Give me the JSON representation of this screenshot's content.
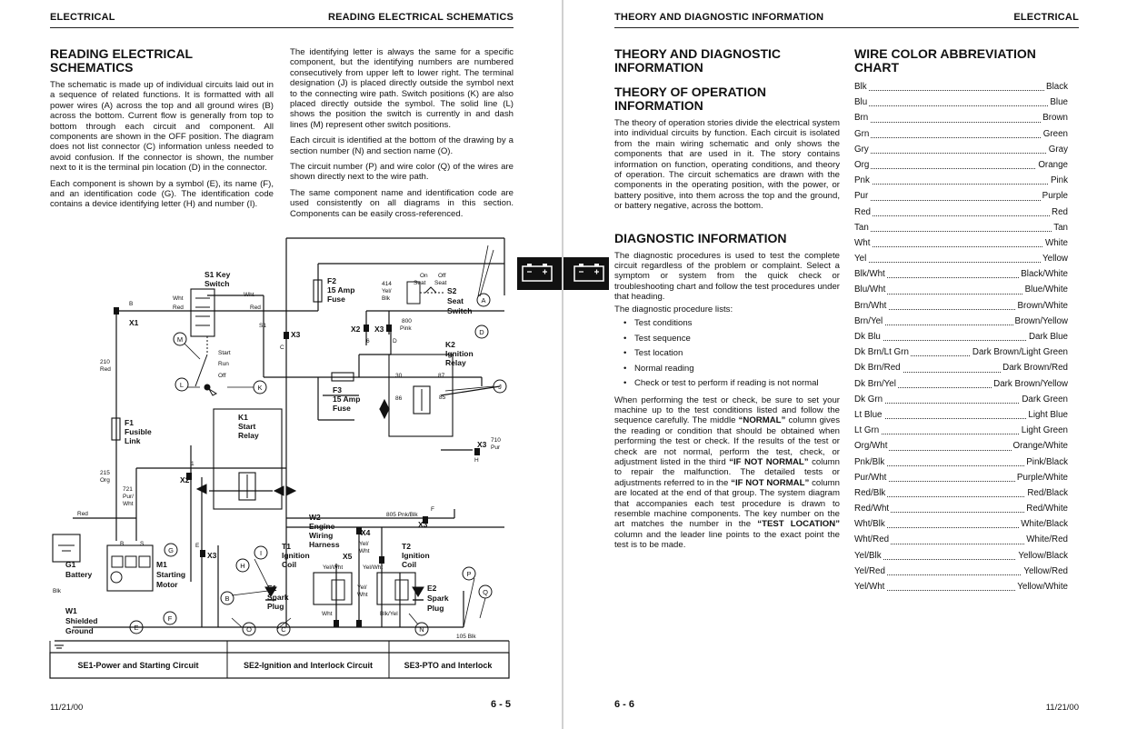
{
  "left_page": {
    "header_left": "ELECTRICAL",
    "header_right": "READING ELECTRICAL SCHEMATICS",
    "title": "READING ELECTRICAL SCHEMATICS",
    "col1_paragraphs": [
      "The schematic is made up of individual circuits laid out in a sequence of related functions. It is formatted with all power wires (A) across the top and all ground wires (B) across the bottom. Current flow is generally from top to bottom through each circuit and component. All components are shown in the OFF position. The diagram does not list connector (C) information unless needed to avoid confusion. If the connector is shown, the number next to it is the terminal pin location (D) in the connector.",
      "Each component is shown by a symbol (E), its name (F), and an identification code (G). The identification code contains a device identifying letter (H) and number (I)."
    ],
    "col2_paragraphs": [
      "The identifying letter is always the same for a specific component, but the identifying numbers are numbered consecutively from upper left to lower right. The terminal designation (J) is placed directly outside the symbol next to the connecting wire path. Switch positions (K) are also placed directly outside the symbol. The solid line (L) shows the position the switch is currently in and dash lines (M) represent other switch positions.",
      "Each circuit is identified at the bottom of the drawing by a section number (N) and section name (O).",
      "The circuit number (P) and wire color (Q) of the wires are shown directly next to the wire path.",
      "The same component name and identification code are used consistently on all diagrams in this section. Components can be easily cross-referenced."
    ],
    "footer_date": "11/21/00",
    "page_number": "6 - 5"
  },
  "schematic": {
    "sections": [
      "SE1-Power and Starting Circuit",
      "SE2-Ignition and Interlock Circuit",
      "SE3-PTO and Interlock"
    ],
    "labels": {
      "s1_name": "S1 Key",
      "s1_name2": "Switch",
      "f2_a": "F2",
      "f2_b": "15 Amp",
      "f2_c": "Fuse",
      "s2_a": "S2",
      "s2_b": "Seat",
      "s2_c": "Switch",
      "on_seat": "On",
      "on_seat2": "Seat",
      "off_seat": "Off",
      "off_seat2": "Seat",
      "k2_a": "K2",
      "k2_b": "Ignition",
      "k2_c": "Relay",
      "f3_a": "F3",
      "f3_b": "15 Amp",
      "f3_c": "Fuse",
      "k1_a": "K1",
      "k1_b": "Start",
      "k1_c": "Relay",
      "f1_a": "F1",
      "f1_b": "Fusible",
      "f1_c": "Link",
      "g1_a": "G1",
      "g1_b": "Battery",
      "m1_a": "M1",
      "m1_b": "Starting",
      "m1_c": "Motor",
      "w1_a": "W1",
      "w1_b": "Shielded",
      "w1_c": "Ground",
      "w2_a": "W2",
      "w2_b": "Engine",
      "w2_c": "Wiring",
      "w2_d": "Harness",
      "t1_a": "T1",
      "t1_b": "Ignition",
      "t1_c": "Coil",
      "t2_a": "T2",
      "t2_b": "Ignition",
      "t2_c": "Coil",
      "e1_a": "E1",
      "e1_b": "Spark",
      "e1_c": "Plug",
      "e2_a": "E2",
      "e2_b": "Spark",
      "e2_c": "Plug",
      "x1": "X1",
      "x2": "X2",
      "x3": "X3",
      "x4": "X4",
      "x5": "X5",
      "start": "Start",
      "run": "Run",
      "off": "Off",
      "wht": "Wht",
      "red": "Red",
      "blk": "Blk",
      "org": "Org",
      "pink": "Pink",
      "pur": "Pur",
      "w210": "210",
      "w215": "215",
      "w721": "721",
      "w721b": "Pur/",
      "w721c": "Wht",
      "w414": "414",
      "w414b": "Yel/",
      "w414c": "Blk",
      "w800": "800",
      "w805": "805 Pnk/Blk",
      "w710": "710",
      "w105": "105 Blk",
      "yelwht": "Yel/Wht",
      "yel": "Yel/",
      "blkyel": "Blk/Yel",
      "t30": "30",
      "t87": "87",
      "t86": "86",
      "t85": "85",
      "pin_b": "B",
      "pin_s": "S",
      "pin1": "1",
      "pin6": "6",
      "pinc": "C",
      "pind": "D",
      "pine": "E",
      "pinf": "F",
      "pinh": "H",
      "pins1": "S1",
      "callouts": [
        "A",
        "B",
        "C",
        "D",
        "E",
        "F",
        "G",
        "H",
        "I",
        "J",
        "K",
        "L",
        "M",
        "N",
        "O",
        "P",
        "Q"
      ]
    }
  },
  "right_page": {
    "header_left": "THEORY AND DIAGNOSTIC INFORMATION",
    "header_right": "ELECTRICAL",
    "title1": "THEORY AND DIAGNOSTIC INFORMATION",
    "title2": "THEORY OF OPERATION INFORMATION",
    "theory_paragraph": "The theory of operation stories divide the electrical system into individual circuits by function. Each circuit is isolated from the main wiring schematic and only shows the components that are used in it. The story contains information on function, operating conditions, and theory of operation. The circuit schematics are drawn with the components in the operating position, with the power, or battery positive, into them across the top and the ground, or battery negative, across the bottom.",
    "title3": "DIAGNOSTIC INFORMATION",
    "diag_paragraph1": "The diagnostic procedures is used to test the complete circuit regardless of the problem or complaint. Select a symptom or system from the quick check or troubleshooting chart and follow the test procedures under that heading.",
    "diag_list_intro": "The diagnostic procedure lists:",
    "diag_list": [
      "Test conditions",
      "Test sequence",
      "Test location",
      "Normal reading",
      "Check or test to perform if reading is not normal"
    ],
    "diag_p2_a": "When performing the test or check, be sure to set your machine up to the test conditions listed and follow the sequence carefully. The middle ",
    "diag_p2_normal": "“NORMAL”",
    "diag_p2_b": " column gives the reading or condition that should be obtained when performing the test or check. If the results of the test or check are not normal, perform the test, check, or adjustment listed in the third ",
    "diag_p2_ifnot": "“IF NOT NORMAL”",
    "diag_p2_c": " column to repair the malfunction. The detailed tests or adjustments referred to in the ",
    "diag_p2_ifnot2": "“IF NOT NORMAL”",
    "diag_p2_d": " column are located at the end of that group. The system diagram that accompanies each test procedure is drawn to resemble machine components. The key number on the art matches the number in the ",
    "diag_p2_testloc": "“TEST LOCATION”",
    "diag_p2_e": " column and the leader line points to the exact point the test is to be made.",
    "chart_title": "WIRE COLOR ABBREVIATION CHART",
    "wire_colors": [
      {
        "abbr": "Blk",
        "full": "Black"
      },
      {
        "abbr": "Blu",
        "full": "Blue"
      },
      {
        "abbr": "Brn",
        "full": "Brown"
      },
      {
        "abbr": "Grn",
        "full": "Green"
      },
      {
        "abbr": "Gry",
        "full": "Gray"
      },
      {
        "abbr": "Org",
        "full": "Orange"
      },
      {
        "abbr": "Pnk",
        "full": "Pink"
      },
      {
        "abbr": "Pur",
        "full": "Purple"
      },
      {
        "abbr": "Red",
        "full": "Red"
      },
      {
        "abbr": "Tan",
        "full": "Tan"
      },
      {
        "abbr": "Wht",
        "full": "White"
      },
      {
        "abbr": "Yel",
        "full": "Yellow"
      },
      {
        "abbr": "Blk/Wht",
        "full": "Black/White"
      },
      {
        "abbr": "Blu/Wht",
        "full": "Blue/White"
      },
      {
        "abbr": "Brn/Wht",
        "full": "Brown/White"
      },
      {
        "abbr": "Brn/Yel",
        "full": "Brown/Yellow"
      },
      {
        "abbr": "Dk Blu",
        "full": "Dark Blue"
      },
      {
        "abbr": "Dk Brn/Lt Grn",
        "full": "Dark Brown/Light Green"
      },
      {
        "abbr": "Dk Brn/Red",
        "full": "Dark Brown/Red"
      },
      {
        "abbr": "Dk Brn/Yel",
        "full": "Dark Brown/Yellow"
      },
      {
        "abbr": "Dk Grn",
        "full": "Dark Green"
      },
      {
        "abbr": "Lt Blue",
        "full": "Light Blue"
      },
      {
        "abbr": "Lt Grn",
        "full": "Light Green"
      },
      {
        "abbr": "Org/Wht",
        "full": "Orange/White"
      },
      {
        "abbr": "Pnk/Blk",
        "full": "Pink/Black"
      },
      {
        "abbr": "Pur/Wht",
        "full": "Purple/White"
      },
      {
        "abbr": "Red/Blk",
        "full": "Red/Black"
      },
      {
        "abbr": "Red/Wht",
        "full": "Red/White"
      },
      {
        "abbr": "Wht/Blk",
        "full": "White/Black"
      },
      {
        "abbr": "Wht/Red",
        "full": "White/Red"
      },
      {
        "abbr": "Yel/Blk",
        "full": "Yellow/Black"
      },
      {
        "abbr": "Yel/Red",
        "full": "Yellow/Red"
      },
      {
        "abbr": "Yel/Wht",
        "full": "Yellow/White"
      }
    ],
    "footer_date": "11/21/00",
    "page_number": "6 - 6"
  }
}
